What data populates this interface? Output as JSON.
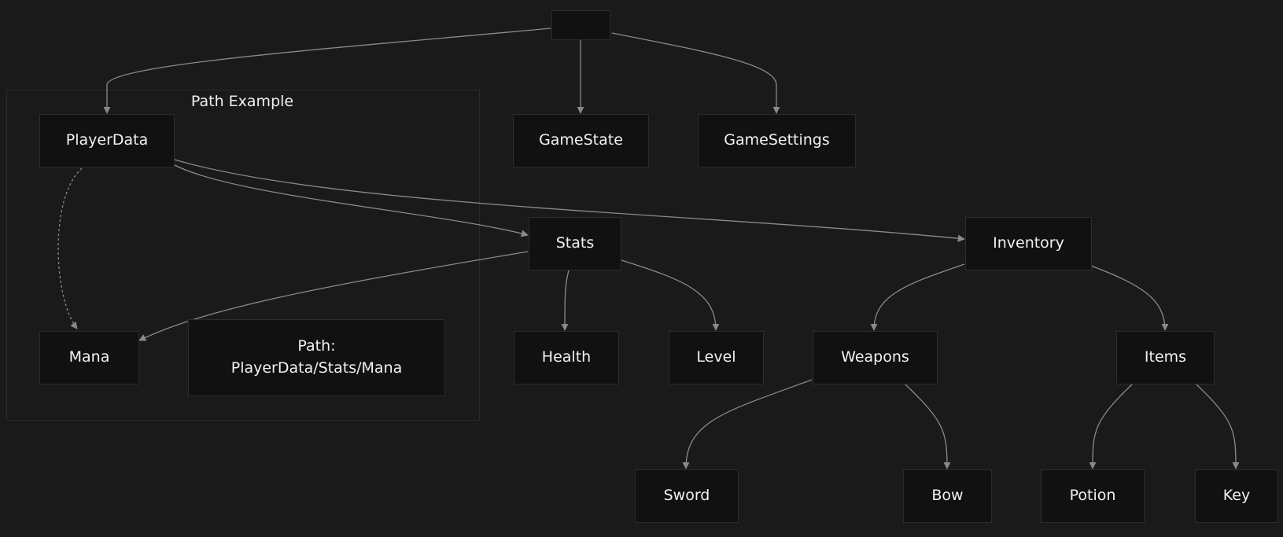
{
  "diagram": {
    "cluster": {
      "label": "Path Example"
    },
    "nodes": {
      "root": "",
      "player_data": "PlayerData",
      "game_state": "GameState",
      "game_settings": "GameSettings",
      "stats": "Stats",
      "inventory": "Inventory",
      "mana": "Mana",
      "path_note_line1": "Path:",
      "path_note_line2": "PlayerData/Stats/Mana",
      "health": "Health",
      "level": "Level",
      "weapons": "Weapons",
      "items": "Items",
      "sword": "Sword",
      "bow": "Bow",
      "potion": "Potion",
      "key": "Key"
    },
    "edges": [
      {
        "from": "root",
        "to": "player_data",
        "style": "solid"
      },
      {
        "from": "root",
        "to": "game_state",
        "style": "solid"
      },
      {
        "from": "root",
        "to": "game_settings",
        "style": "solid"
      },
      {
        "from": "player_data",
        "to": "stats",
        "style": "solid"
      },
      {
        "from": "player_data",
        "to": "inventory",
        "style": "solid"
      },
      {
        "from": "player_data",
        "to": "mana",
        "style": "dotted"
      },
      {
        "from": "stats",
        "to": "mana",
        "style": "solid"
      },
      {
        "from": "stats",
        "to": "health",
        "style": "solid"
      },
      {
        "from": "stats",
        "to": "level",
        "style": "solid"
      },
      {
        "from": "inventory",
        "to": "weapons",
        "style": "solid"
      },
      {
        "from": "inventory",
        "to": "items",
        "style": "solid"
      },
      {
        "from": "weapons",
        "to": "sword",
        "style": "solid"
      },
      {
        "from": "weapons",
        "to": "bow",
        "style": "solid"
      },
      {
        "from": "items",
        "to": "potion",
        "style": "solid"
      },
      {
        "from": "items",
        "to": "key",
        "style": "solid"
      }
    ],
    "colors": {
      "background": "#1a1a1a",
      "node_fill": "#111111",
      "node_border": "#2c2c2c",
      "edge": "#8a8a8a",
      "text": "#f2f2f2"
    }
  }
}
